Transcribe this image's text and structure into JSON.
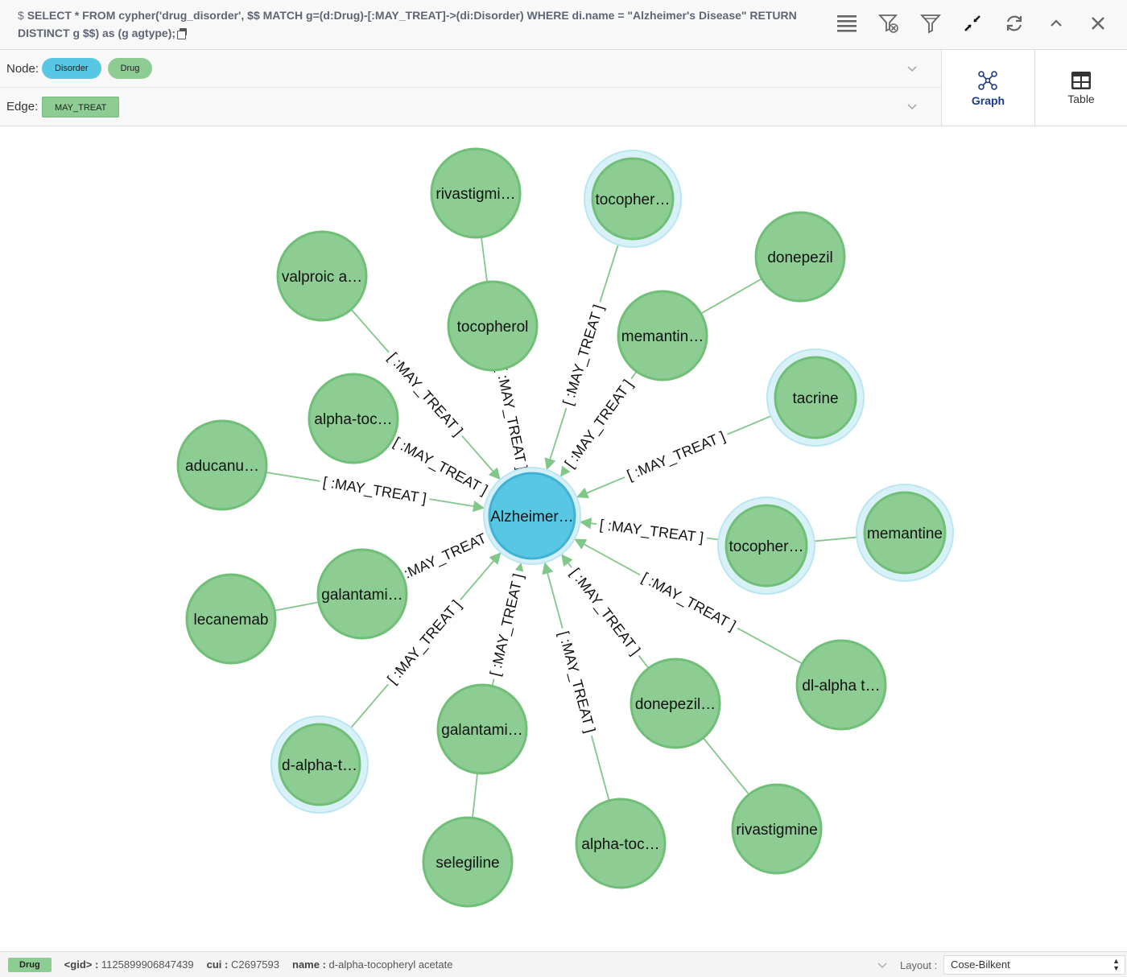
{
  "query": {
    "prefix": "$",
    "text": "SELECT * FROM cypher('drug_disorder', $$ MATCH g=(d:Drug)-[:MAY_TREAT]->(di:Disorder) WHERE di.name = \"Alzheimer's Disease\" RETURN DISTINCT g $$) as (g agtype);"
  },
  "toolbar": {
    "icons": [
      "menu-icon",
      "filter-remove-icon",
      "filter-icon",
      "collapse-icon",
      "refresh-icon",
      "chevron-up-icon",
      "close-icon"
    ]
  },
  "legend": {
    "node_label": "Node:",
    "edge_label": "Edge:",
    "node_types": [
      {
        "name": "Disorder",
        "color": "#57c7e3"
      },
      {
        "name": "Drug",
        "color": "#8dcc93"
      }
    ],
    "edge_types": [
      {
        "name": "MAY_TREAT",
        "color": "#8dcc93"
      }
    ]
  },
  "views": {
    "graph_label": "Graph",
    "table_label": "Table",
    "active": "Graph"
  },
  "graph": {
    "edge_label": "[ :MAY_TREAT ]",
    "center": {
      "label": "Alzheimer…",
      "type": "Disorder"
    },
    "nodes": [
      {
        "label": "rivastigmi…"
      },
      {
        "label": "tocopher…",
        "selected": true
      },
      {
        "label": "donepezil"
      },
      {
        "label": "valproic a…"
      },
      {
        "label": "tocopherol"
      },
      {
        "label": "memantin…"
      },
      {
        "label": "tacrine",
        "selected": true
      },
      {
        "label": "alpha-toc…"
      },
      {
        "label": "aducanu…"
      },
      {
        "label": "memantine",
        "selected": true
      },
      {
        "label": "tocopher…",
        "selected": true
      },
      {
        "label": "galantami…"
      },
      {
        "label": "lecanemab"
      },
      {
        "label": "dl-alpha t…"
      },
      {
        "label": "donepezil…"
      },
      {
        "label": "galantami…"
      },
      {
        "label": "d-alpha-t…",
        "selected": true
      },
      {
        "label": "alpha-toc…"
      },
      {
        "label": "rivastigmine"
      },
      {
        "label": "selegiline"
      }
    ]
  },
  "footer": {
    "tag": "Drug",
    "gid_key": "<gid> :",
    "gid_value": "1125899906847439",
    "cui_key": "cui :",
    "cui_value": "C2697593",
    "name_key": "name :",
    "name_value": "d-alpha-tocopheryl acetate",
    "layout_label": "Layout :",
    "layout_value": "Cose-Bilkent"
  }
}
